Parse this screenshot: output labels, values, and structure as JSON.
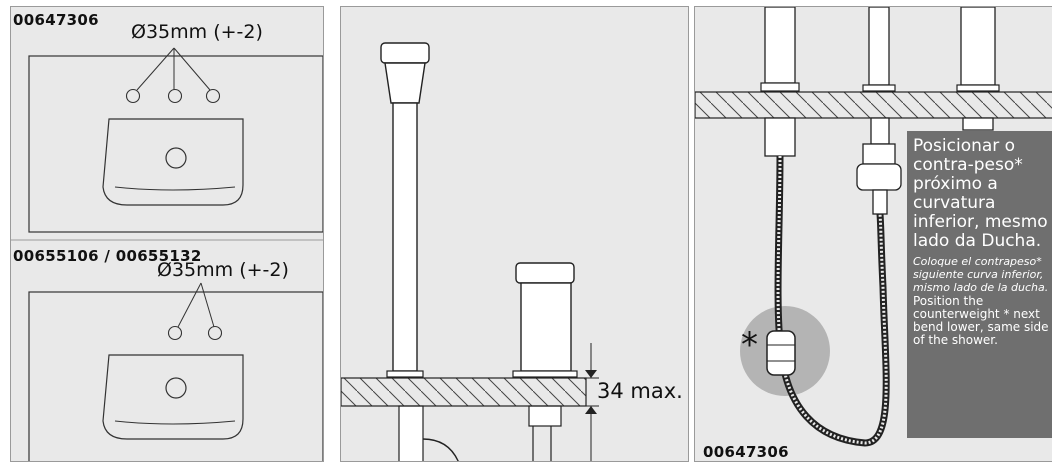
{
  "panel_left": {
    "top_code": "00647306",
    "top_dim": "Ø35mm (+-2)",
    "bottom_code": "00655106 / 00655132",
    "bottom_dim": "Ø35mm (+-2)"
  },
  "panel_middle": {
    "dimension_label": "34 max."
  },
  "panel_right": {
    "pt_text": "Posicionar o contra-peso* próximo a curvatura inferior, mesmo lado da Ducha.",
    "es_text": "Coloque el contrapeso* siguiente curva inferior, mismo lado de la ducha.",
    "en_text": "Position the counterweight * next bend lower, same side of the shower.",
    "asterisk": "*",
    "bottom_code": "00647306"
  },
  "colors": {
    "panel_bg": "#e9e9e9",
    "callout_bg": "#6f6f6f",
    "highlight_circle": "#b4b4b4"
  }
}
